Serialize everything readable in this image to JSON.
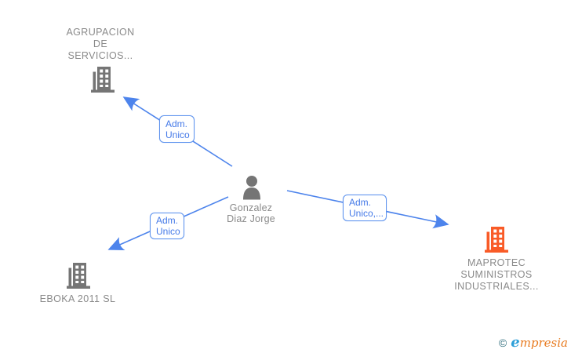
{
  "person": {
    "name_lines": [
      "Gonzalez",
      "Diaz Jorge"
    ]
  },
  "companies": {
    "agrupacion": {
      "lines": [
        "AGRUPACION",
        "DE",
        "SERVICIOS..."
      ]
    },
    "eboka": {
      "lines": [
        "EBOKA 2011 SL"
      ]
    },
    "maprotec": {
      "lines": [
        "MAPROTEC",
        "SUMINISTROS",
        "INDUSTRIALES..."
      ]
    }
  },
  "edges": {
    "to_agrupacion": {
      "label_lines": [
        "Adm.",
        "Unico"
      ]
    },
    "to_eboka": {
      "label_lines": [
        "Adm.",
        "Unico"
      ]
    },
    "to_maprotec": {
      "label_lines": [
        "Adm.",
        "Unico,..."
      ]
    }
  },
  "watermark": {
    "copyright_symbol": "©",
    "brand_initial": "e",
    "brand_rest": "mpresia"
  },
  "colors": {
    "edge_blue": "#4d84ec",
    "label_border": "#5e93ee",
    "label_text": "#4479e8",
    "node_gray": "#8a8a8a",
    "icon_gray": "#757575",
    "icon_orange": "#f95b27",
    "logo_teal": "#33707f",
    "logo_blue": "#2d9fd8",
    "logo_orange": "#e87a1e",
    "canvas_bg": "#ffffff"
  }
}
